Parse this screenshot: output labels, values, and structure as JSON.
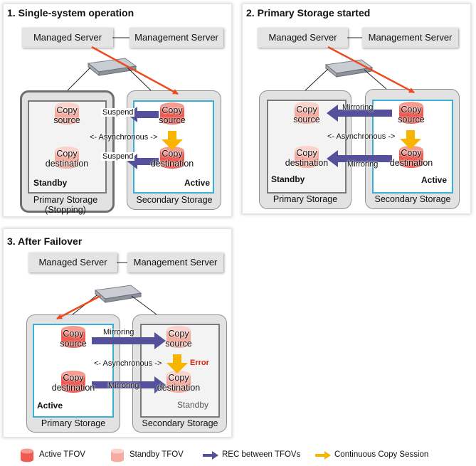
{
  "colors": {
    "active_volume": "#f05a50",
    "standby_volume": "#f6aba0",
    "rec_arrow": "#55509a",
    "copy_session_arrow": "#f7b500",
    "access_line": "#ee4a1e",
    "active_frame": "#3ab0d6"
  },
  "common": {
    "managed_server": "Managed Server",
    "management_server": "Management Server",
    "copy_source": [
      "Copy",
      "source"
    ],
    "copy_destination": [
      "Copy",
      "destination"
    ],
    "asynchronous": "<- Asynchronous ->",
    "primary_storage": "Primary  Storage",
    "secondary_storage": "Secondary Storage",
    "standby": "Standby",
    "active": "Active"
  },
  "panel1": {
    "title": "1. Single-system operation",
    "primary_storage_status": "(Stopping)",
    "arrow_top_label": "Suspend",
    "arrow_bottom_label": "Suspend"
  },
  "panel2": {
    "title": "2. Primary Storage started",
    "arrow_top_label": "Mirroring",
    "arrow_bottom_label": "Mirroring"
  },
  "panel3": {
    "title": "3. After Failover",
    "arrow_top_label": "Mirroring",
    "arrow_bottom_label": "Mirroring",
    "error_label": "Error"
  },
  "legend": {
    "active_tfov": "Active TFOV",
    "standby_tfov": "Standby TFOV",
    "rec": "REC between TFOVs",
    "copy_session": "Continuous Copy Session"
  }
}
